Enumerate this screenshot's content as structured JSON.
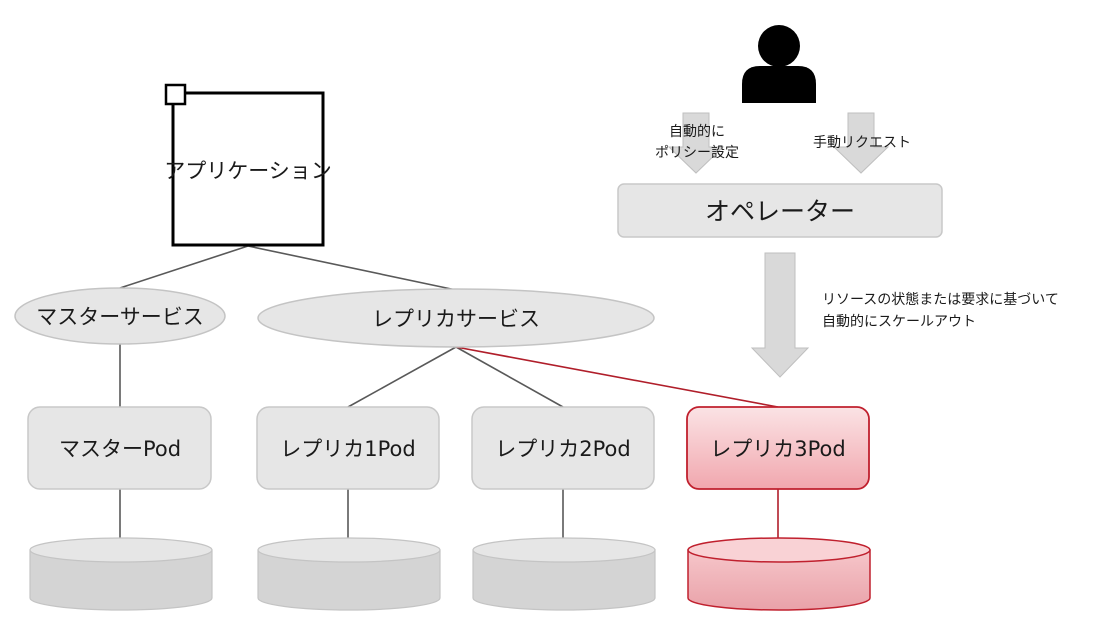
{
  "application": {
    "label": "アプリケーション"
  },
  "services": {
    "master": "マスターサービス",
    "replica": "レプリカサービス"
  },
  "pods": {
    "master": "マスターPod",
    "replica1": "レプリカ1Pod",
    "replica2": "レプリカ2Pod",
    "replica3": "レプリカ3Pod"
  },
  "operator": {
    "label": "オペレーター",
    "auto_policy": [
      "自動的に",
      "ポリシー設定"
    ],
    "manual_request": "手動リクエスト",
    "scale_note": [
      "リソースの状態または要求に基づいて",
      "自動的にスケールアウト"
    ]
  },
  "colors": {
    "highlight": "#b01e2a",
    "node_fill": "#e6e6e6",
    "highlight_fill": "#f6c2c6"
  },
  "icons": {
    "user": "user-icon"
  }
}
